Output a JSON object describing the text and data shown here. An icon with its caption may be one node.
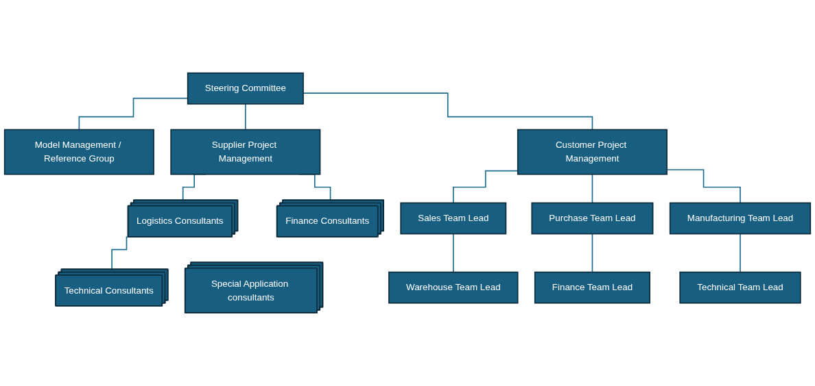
{
  "diagram": {
    "nodes": [
      {
        "text": [
          "Steering Committee"
        ]
      },
      {
        "text": [
          "Model Management / Reference Group"
        ]
      },
      {
        "text": [
          "Supplier Project Management"
        ]
      },
      {
        "text": [
          "Customer Project Management"
        ]
      },
      {
        "text": [
          "Logistics Consultants"
        ]
      },
      {
        "text": [
          "Finance Consultants"
        ]
      },
      {
        "text": [
          "Technical Consultants"
        ]
      },
      {
        "text": [
          "Special Application consultants"
        ]
      },
      {
        "text": [
          "Sales Team Lead"
        ]
      },
      {
        "text": [
          "Purchase Team Lead"
        ]
      },
      {
        "text": [
          "Manufacturing Team Lead"
        ]
      },
      {
        "text": [
          "Warehouse Team Lead"
        ]
      },
      {
        "text": [
          "Finance Team Lead"
        ]
      },
      {
        "text": [
          "Technical Team Lead"
        ]
      }
    ],
    "edges": [
      {
        "from": 0,
        "to": 1,
        "arrow": "none"
      },
      {
        "from": 0,
        "to": 2,
        "arrow": "none"
      },
      {
        "from": 0,
        "to": 3,
        "arrow": "none"
      },
      {
        "from": 2,
        "to": 4,
        "arrow": "none"
      },
      {
        "from": 2,
        "to": 5,
        "arrow": "none"
      },
      {
        "from": 4,
        "to": 6,
        "arrow": "none"
      },
      {
        "from": 3,
        "to": 8,
        "arrow": "none"
      },
      {
        "from": 3,
        "to": 9,
        "arrow": "none"
      },
      {
        "from": 3,
        "to": 10,
        "arrow": "none"
      },
      {
        "from": 8,
        "to": 11,
        "arrow": "none"
      },
      {
        "from": 9,
        "to": 12,
        "arrow": "none"
      },
      {
        "from": 10,
        "to": 13,
        "arrow": "none"
      }
    ]
  }
}
